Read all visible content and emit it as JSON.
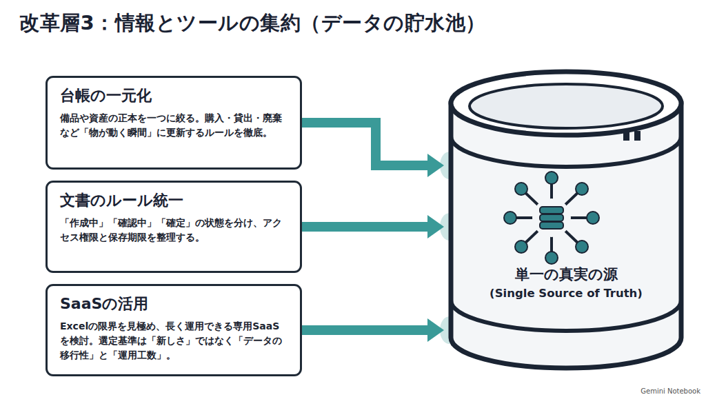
{
  "diagram": {
    "title": "改革層3：情報とツールの集約（データの貯水池）",
    "nodes": [
      {
        "text": [
          "台帳の一元化",
          "備品や資産の正本を一つに絞る。購入・貸出・廃棄など「物が動く瞬間」に更新するルールを徹底。"
        ]
      },
      {
        "text": [
          "文書のルール統一",
          "「作成中」「確認中」「確定」の状態を分け、アクセス権限と保存期限を整理する。"
        ]
      },
      {
        "text": [
          "SaaSの活用",
          "Excelの限界を見極め、長く運用できる専用SaaSを検討。選定基準は「新しさ」ではなく「データの移行性」と「運用工数」。"
        ]
      },
      {
        "text": [
          "単一の真実の源",
          "(Single Source of Truth)"
        ]
      }
    ],
    "edges": [
      {
        "from": 0,
        "to": 3,
        "arrow": "to"
      },
      {
        "from": 1,
        "to": 3,
        "arrow": "to"
      },
      {
        "from": 2,
        "to": 3,
        "arrow": "to"
      }
    ],
    "labels": [
      "Gemini Notebook"
    ]
  }
}
